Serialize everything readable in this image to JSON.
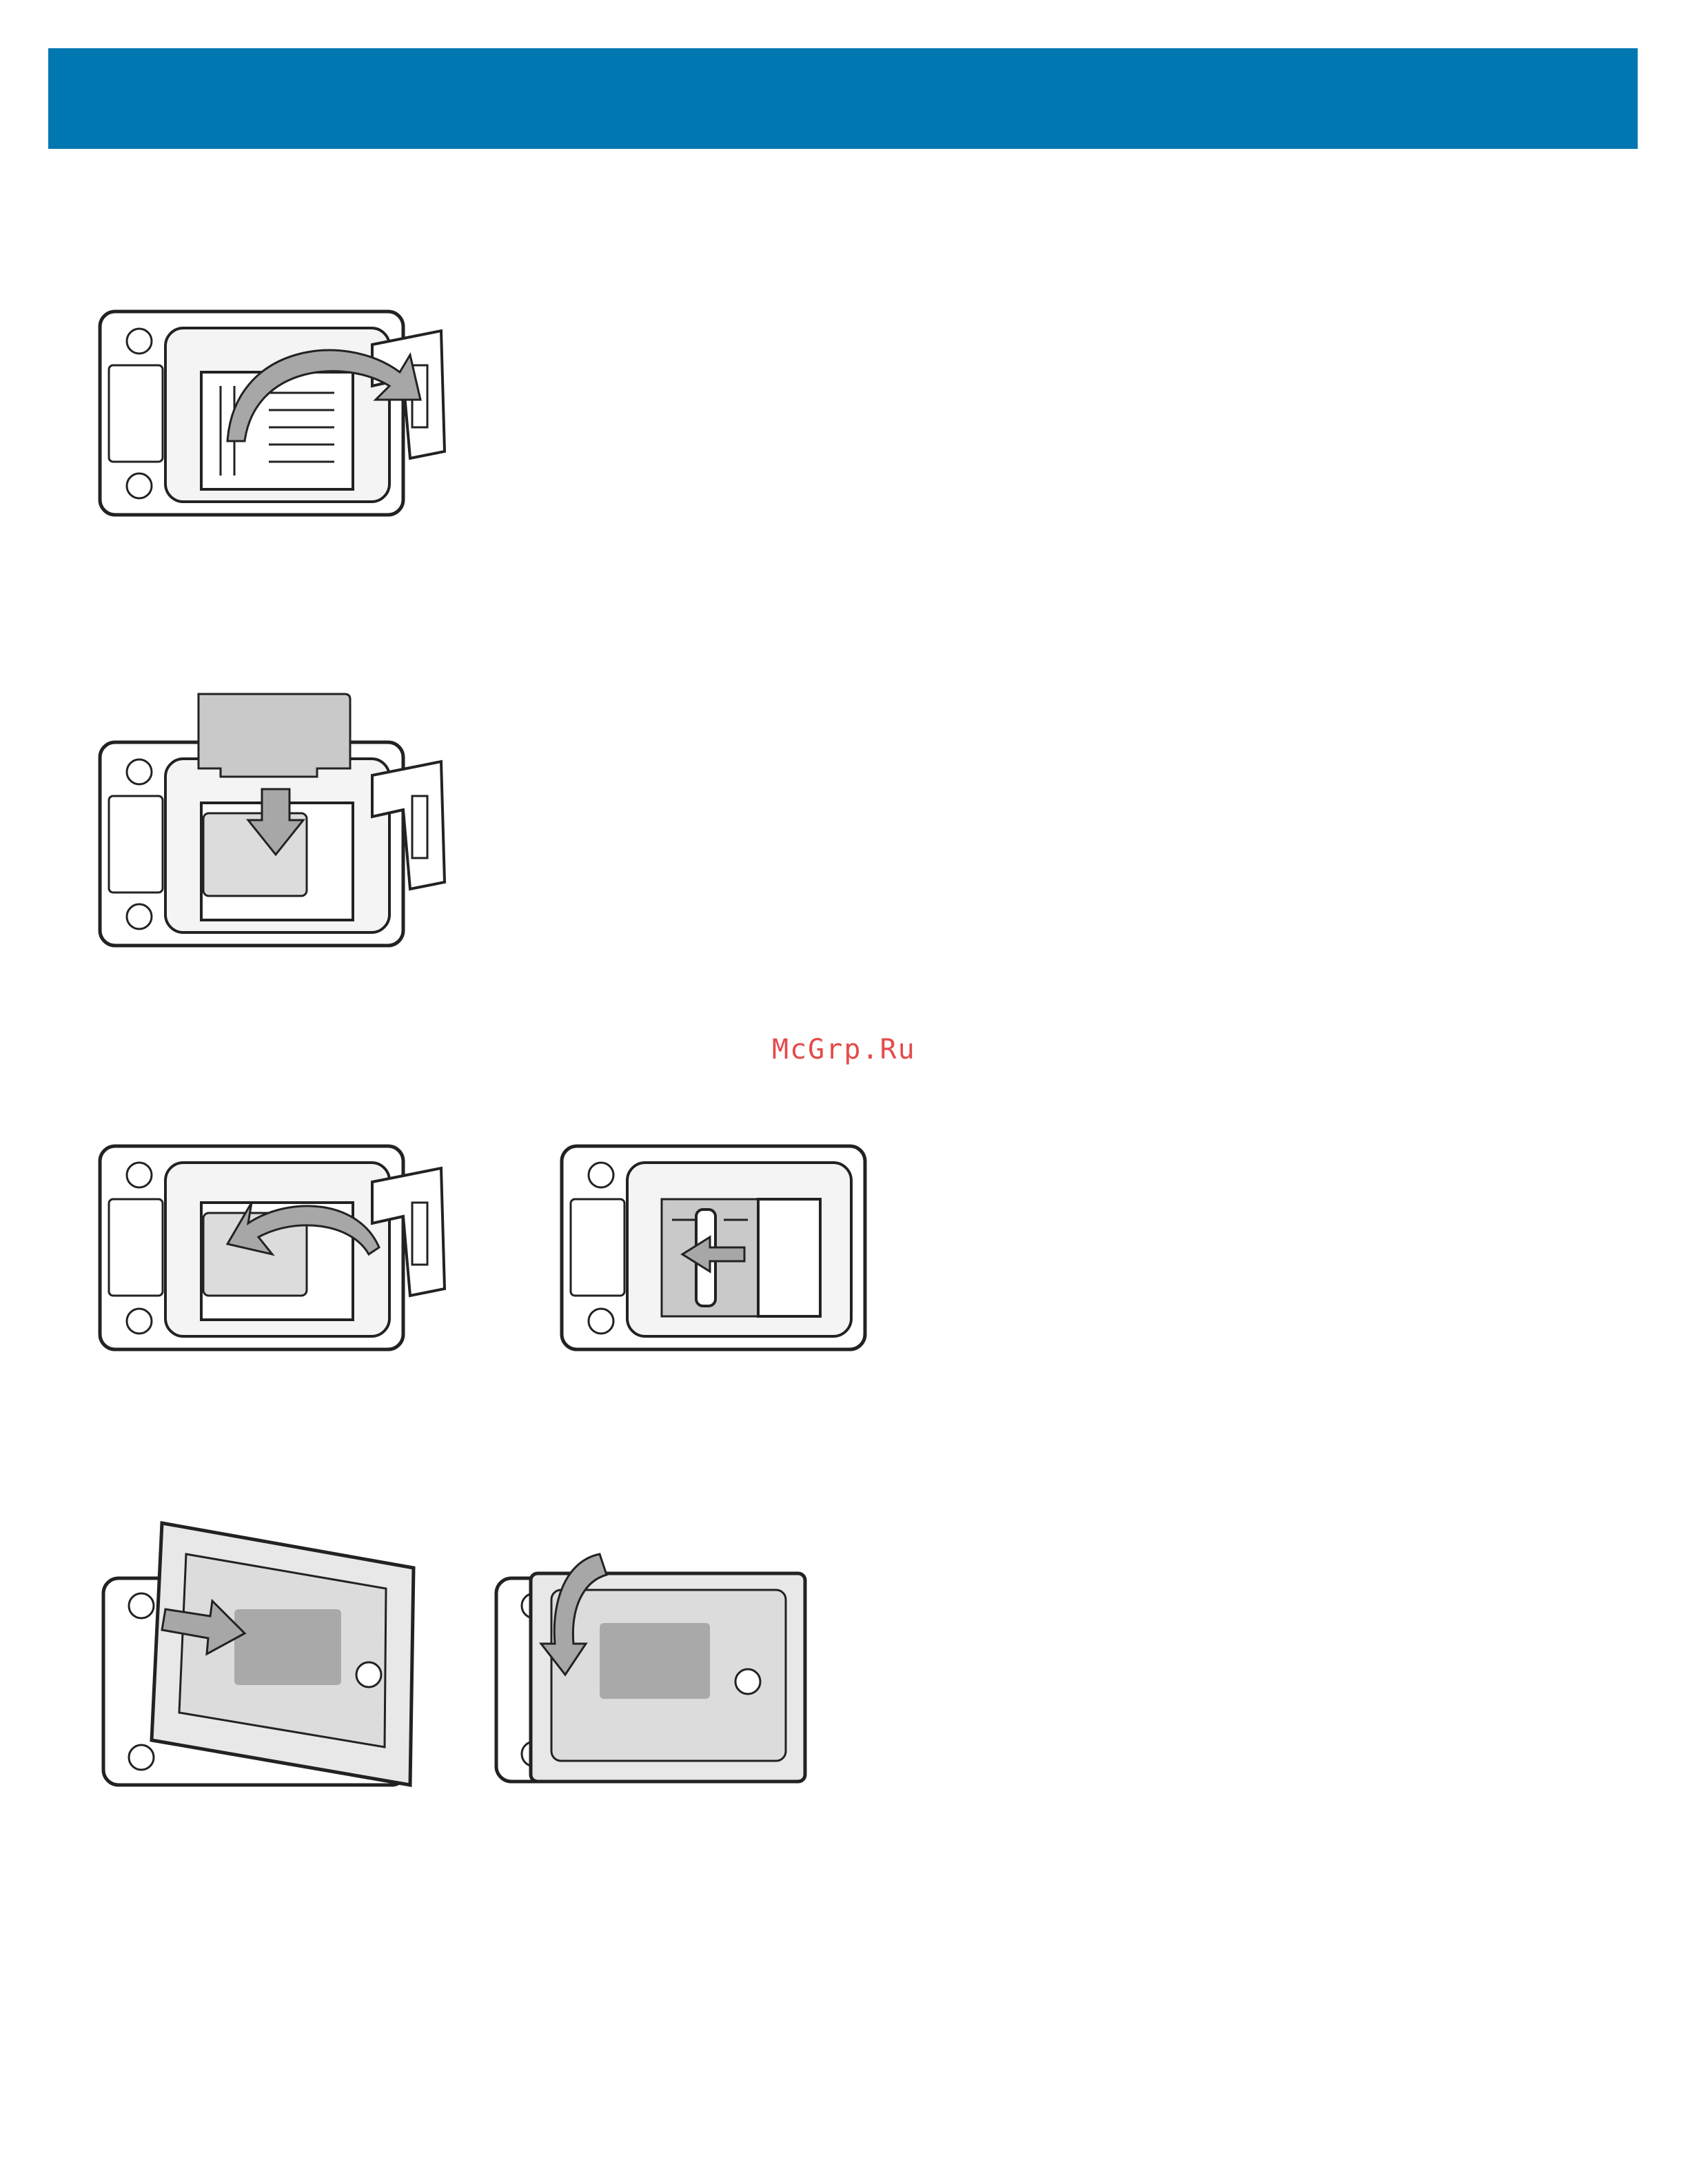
{
  "header": {
    "color": "#0077b0"
  },
  "watermark": {
    "text": "McGrp.Ru",
    "color": "#e54a4a"
  },
  "figures": [
    {
      "name": "open-card-holder-door",
      "icon": "card-holder-open-arrow"
    },
    {
      "name": "insert-microsd-card",
      "icon": "card-insert-down-arrow"
    },
    {
      "name": "close-card-holder-door",
      "icon": "door-close-arrow"
    },
    {
      "name": "slide-lock-card-holder",
      "icon": "slide-lock-arrow"
    },
    {
      "name": "insert-access-door",
      "icon": "access-door-insert-arrow"
    },
    {
      "name": "rotate-access-door-closed",
      "icon": "access-door-rotate-arrow"
    }
  ]
}
